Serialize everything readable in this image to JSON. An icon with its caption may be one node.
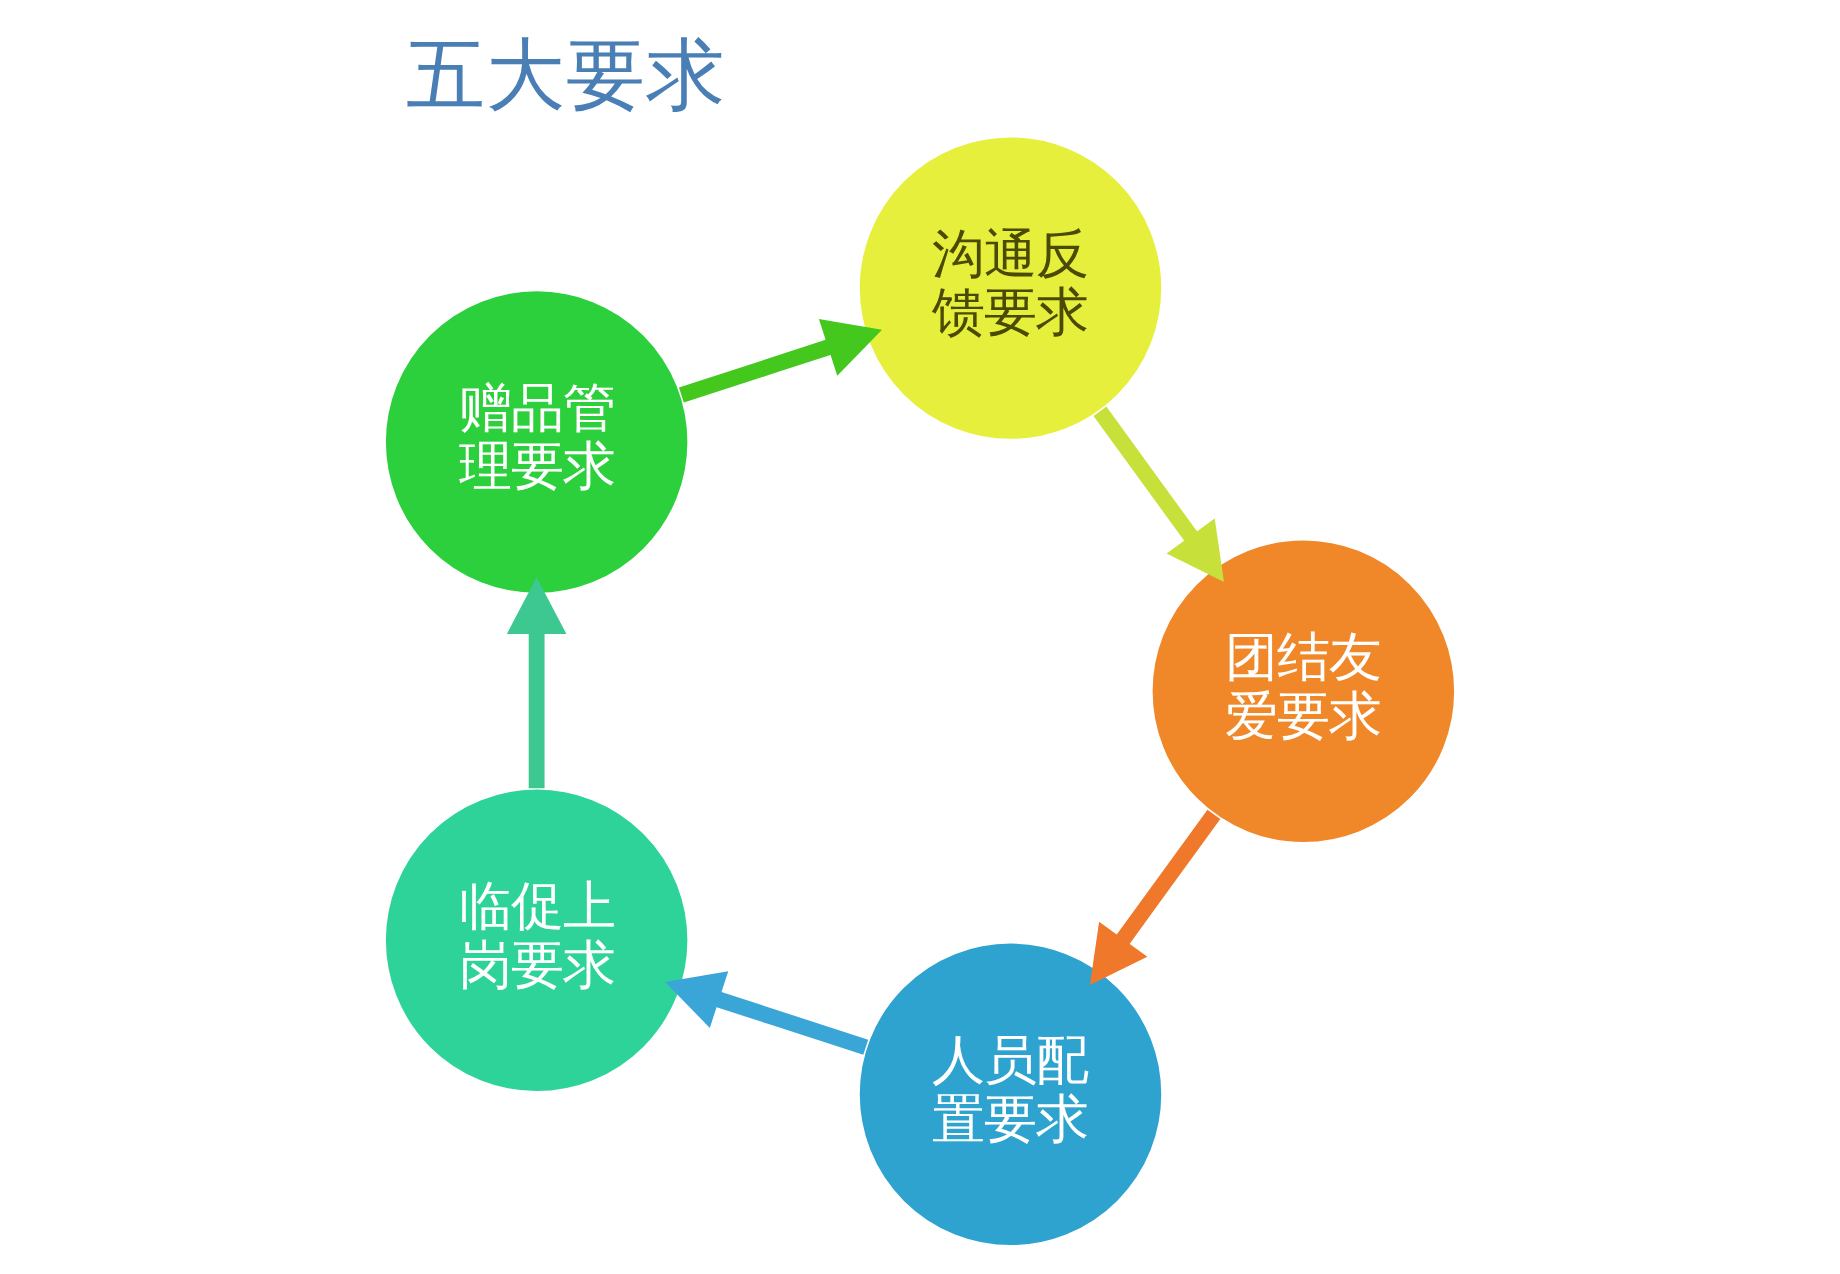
{
  "diagram": {
    "title": "五大要求",
    "nodes": [
      {
        "text": [
          "人员配置要求"
        ]
      },
      {
        "text": [
          "临促上岗要求"
        ]
      },
      {
        "text": [
          "赠品管理要求"
        ]
      },
      {
        "text": [
          "沟通反馈要求"
        ]
      },
      {
        "text": [
          "团结友爱要求"
        ]
      }
    ],
    "edges": [
      {
        "from": 0,
        "to": 1,
        "arrow": "to",
        "color": "#3aa6d8"
      },
      {
        "from": 1,
        "to": 2,
        "arrow": "to",
        "color": "#3cc890"
      },
      {
        "from": 2,
        "to": 3,
        "arrow": "to",
        "color": "#44c81e"
      },
      {
        "from": 3,
        "to": 4,
        "arrow": "to",
        "color": "#c8e03a"
      },
      {
        "from": 4,
        "to": 0,
        "arrow": "to",
        "color": "#f0782a"
      }
    ]
  }
}
